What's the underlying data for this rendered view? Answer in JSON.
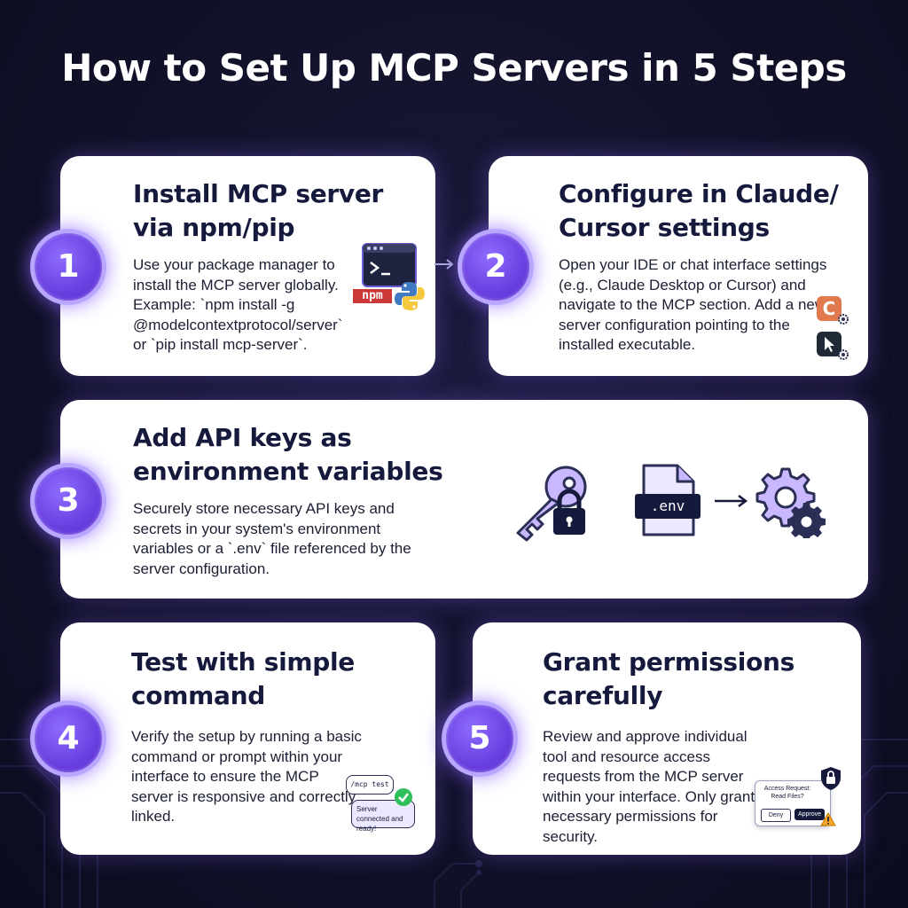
{
  "title": "How to Set Up MCP Servers in 5 Steps",
  "colors": {
    "background": "#111129",
    "badge": "#7b52f0",
    "card": "#ffffff",
    "heading": "#151a3c"
  },
  "steps": [
    {
      "number": "1",
      "heading": "Install MCP server via npm/pip",
      "body": "Use your package manager to install the MCP server globally. Example: `npm install -g @modelcontextprotocol/server` or `pip install mcp-server`.",
      "icons": {
        "terminal": "terminal-icon",
        "npm": "npm",
        "python": "python-logo-icon"
      }
    },
    {
      "number": "2",
      "heading": "Configure in Claude/ Cursor settings",
      "body": "Open your IDE or chat interface settings (e.g., Claude Desktop or Cursor) and navigate to the MCP section. Add a new server configuration pointing to the installed executable.",
      "icons": {
        "claude": "C",
        "cursor": "cursor-settings-icon"
      }
    },
    {
      "number": "3",
      "heading": "Add API keys as environment variables",
      "body": "Securely store necessary API keys and secrets in your system's environment variables or a `.env` file referenced by the server configuration.",
      "file_label": ".env"
    },
    {
      "number": "4",
      "heading": "Test with simple command",
      "body": "Verify the setup by running a basic command or prompt within your interface to ensure the MCP server is responsive and correctly linked.",
      "chat": {
        "command": "/mcp test",
        "reply": "Server connected and ready!"
      }
    },
    {
      "number": "5",
      "heading": "Grant permissions carefully",
      "body": "Review and approve individual tool and resource access requests from the MCP server within your interface. Only grant necessary permissions for security.",
      "dialog": {
        "title": "Access Request: Read Files?",
        "deny": "Deny",
        "approve": "Approve"
      }
    }
  ]
}
